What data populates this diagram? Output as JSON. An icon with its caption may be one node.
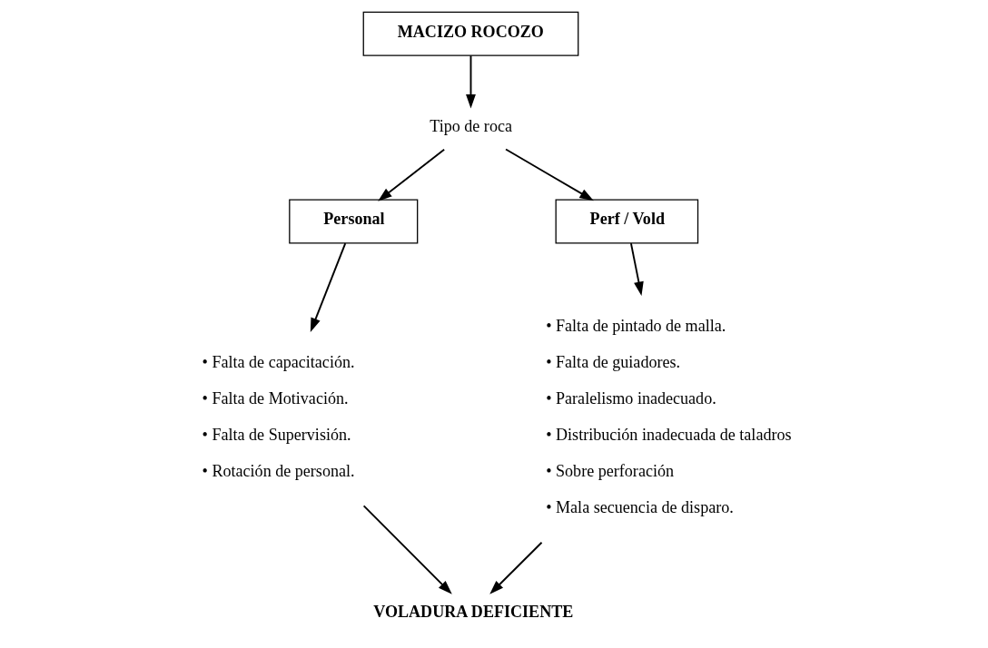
{
  "diagram": {
    "nodes": [
      {
        "text": [
          "MACIZO ROCOZO"
        ]
      },
      {
        "text": [
          "Tipo de roca"
        ]
      },
      {
        "text": [
          "Personal"
        ]
      },
      {
        "text": [
          "Perf / Vold"
        ]
      },
      {
        "text": [
          "• Falta de capacitación.",
          "• Falta de Motivación.",
          "• Falta de Supervisión.",
          "• Rotación de personal."
        ]
      },
      {
        "text": [
          "• Falta de pintado de malla.",
          "• Falta de guiadores.",
          "• Paralelismo inadecuado.",
          "• Distribución inadecuada de taladros",
          "• Sobre perforación",
          "• Mala secuencia de disparo."
        ]
      },
      {
        "text": [
          "VOLADURA DEFICIENTE"
        ]
      }
    ],
    "edges": [
      {
        "from": 0,
        "to": 1,
        "arrow": "to"
      },
      {
        "from": 1,
        "to": 2,
        "arrow": "to"
      },
      {
        "from": 1,
        "to": 3,
        "arrow": "to"
      },
      {
        "from": 2,
        "to": 4,
        "arrow": "to"
      },
      {
        "from": 3,
        "to": 5,
        "arrow": "to"
      },
      {
        "from": 4,
        "to": 6,
        "arrow": "to"
      },
      {
        "from": 5,
        "to": 6,
        "arrow": "to"
      }
    ]
  }
}
